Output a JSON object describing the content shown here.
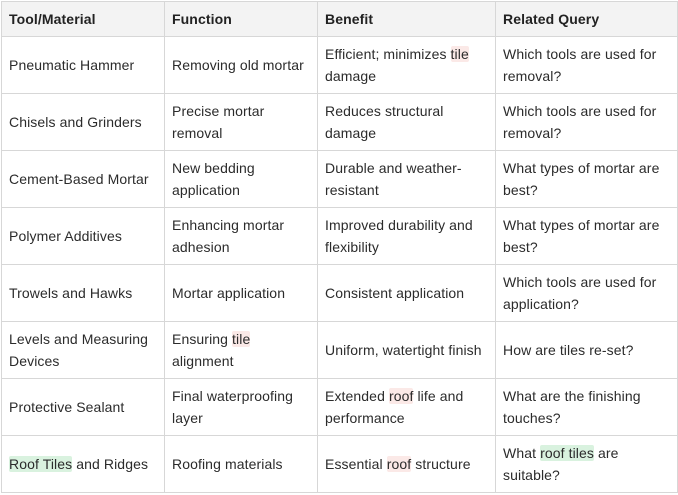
{
  "headers": [
    "Tool/Material",
    "Function",
    "Benefit",
    "Related Query"
  ],
  "rows": [
    {
      "tool": "Pneumatic Hammer",
      "function": "Removing old mortar",
      "benefit": {
        "before": "Efficient; minimizes ",
        "hl": "tile",
        "after": " damage"
      },
      "query": "Which tools are used for removal?"
    },
    {
      "tool": "Chisels and Grinders",
      "function": "Precise mortar removal",
      "benefit": "Reduces structural damage",
      "query": "Which tools are used for removal?"
    },
    {
      "tool": "Cement-Based Mortar",
      "function": "New bedding application",
      "benefit": "Durable and weather-resistant",
      "query": "What types of mortar are best?"
    },
    {
      "tool": "Polymer Additives",
      "function": "Enhancing mortar adhesion",
      "benefit": "Improved durability and flexibility",
      "query": "What types of mortar are best?"
    },
    {
      "tool": "Trowels and Hawks",
      "function": "Mortar application",
      "benefit": "Consistent application",
      "query": "Which tools are used for application?"
    },
    {
      "tool": "Levels and Measuring Devices",
      "function": {
        "before": "Ensuring ",
        "hl": "tile",
        "after": " alignment"
      },
      "benefit": "Uniform, watertight finish",
      "query": "How are tiles re-set?"
    },
    {
      "tool": "Protective Sealant",
      "function": "Final waterproofing layer",
      "benefit": {
        "before": "Extended ",
        "hl": "roof",
        "after": " life and performance"
      },
      "query": "What are the finishing touches?"
    },
    {
      "tool": {
        "before": "",
        "hl": "Roof Tiles",
        "after": " and Ridges"
      },
      "function": "Roofing materials",
      "benefit": {
        "before": "Essential ",
        "hl": "roof",
        "after": " structure"
      },
      "query": {
        "before": "What ",
        "hl": "roof tiles",
        "after": " are suitable?"
      }
    }
  ],
  "colors": {
    "header_bg": "#f3f3f3",
    "border": "#d7d7d7",
    "highlight_pink": "#fbe9e7",
    "highlight_green": "#d9f2df"
  }
}
